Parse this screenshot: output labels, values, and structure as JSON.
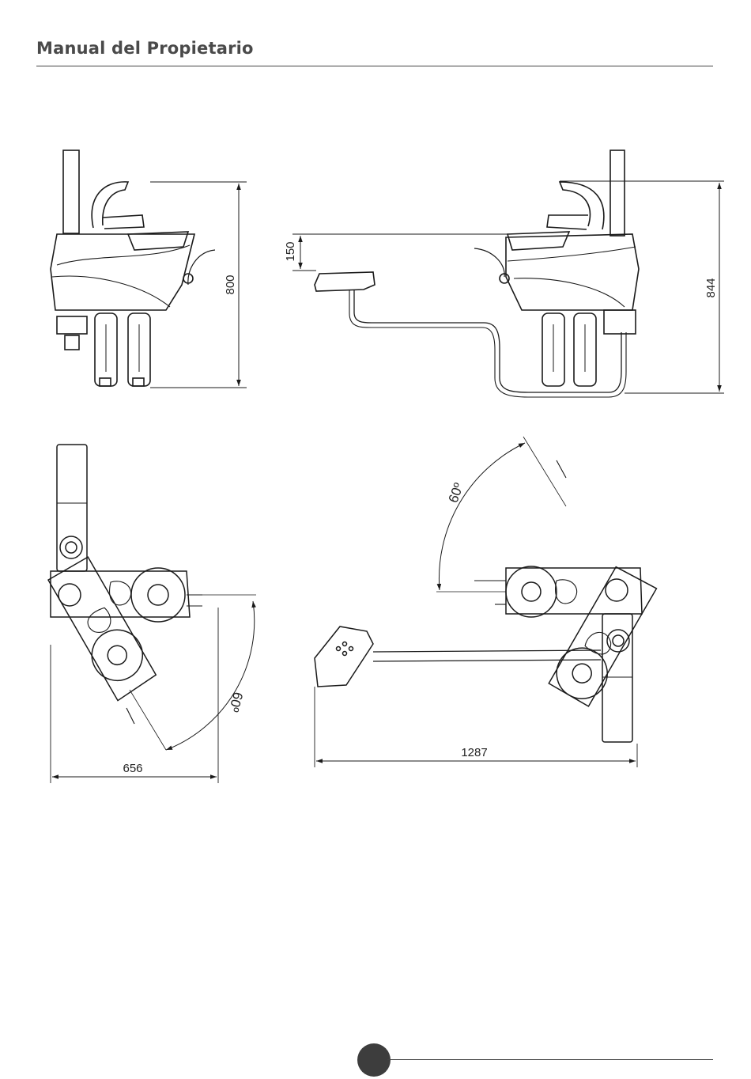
{
  "header": {
    "title": "Manual del Propietario"
  },
  "dimensions": {
    "height_left": "800",
    "offset_top": "150",
    "height_right": "844",
    "angle_left": "60º",
    "width_left": "656",
    "angle_right": "60º",
    "width_right": "1287"
  },
  "colors": {
    "line": "#1a1a1a",
    "rule": "#444444",
    "page_dot": "#3d3d3d"
  }
}
